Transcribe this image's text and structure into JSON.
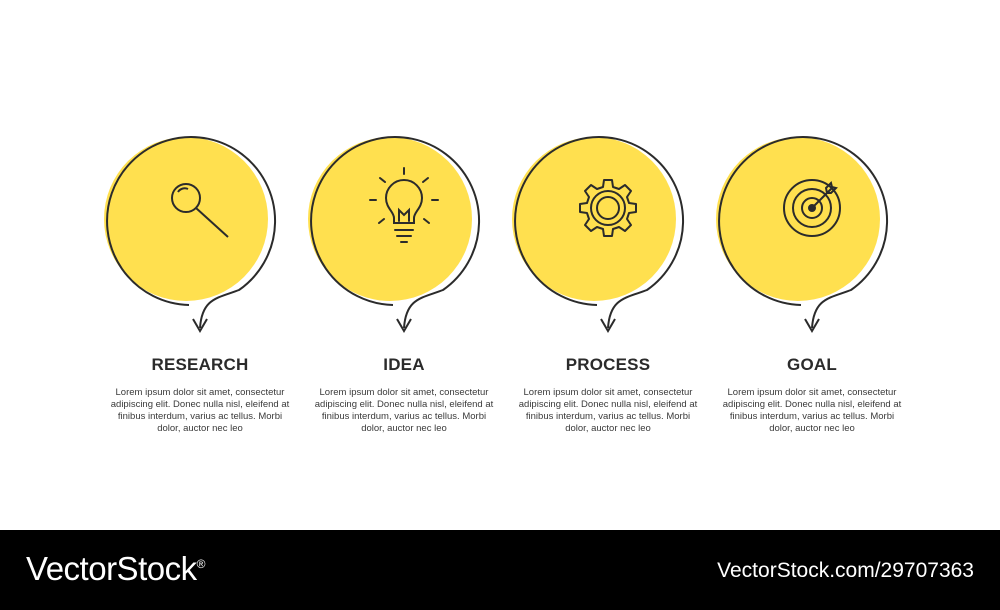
{
  "steps": [
    {
      "title": "RESEARCH",
      "icon": "magnifier-icon",
      "description": "Lorem ipsum dolor sit amet, consectetur adipiscing elit. Donec nulla nisl, eleifend at finibus interdum, varius ac tellus. Morbi dolor, auctor nec leo"
    },
    {
      "title": "IDEA",
      "icon": "lightbulb-icon",
      "description": "Lorem ipsum dolor sit amet, consectetur adipiscing elit. Donec nulla nisl, eleifend at finibus interdum, varius ac tellus. Morbi dolor, auctor nec leo"
    },
    {
      "title": "PROCESS",
      "icon": "gear-icon",
      "description": "Lorem ipsum dolor sit amet, consectetur adipiscing elit. Donec nulla nisl, eleifend at finibus interdum, varius ac tellus. Morbi dolor, auctor nec leo"
    },
    {
      "title": "GOAL",
      "icon": "target-icon",
      "description": "Lorem ipsum dolor sit amet, consectetur adipiscing elit. Donec nulla nisl, eleifend at finibus interdum, varius ac tellus. Morbi dolor, auctor nec leo"
    }
  ],
  "colors": {
    "accent": "#FFE04F",
    "line": "#2b2b2b",
    "text": "#3a3a3a"
  },
  "footer": {
    "brand": "VectorStock",
    "brand_mark": "®",
    "reference": "VectorStock.com/29707363"
  }
}
